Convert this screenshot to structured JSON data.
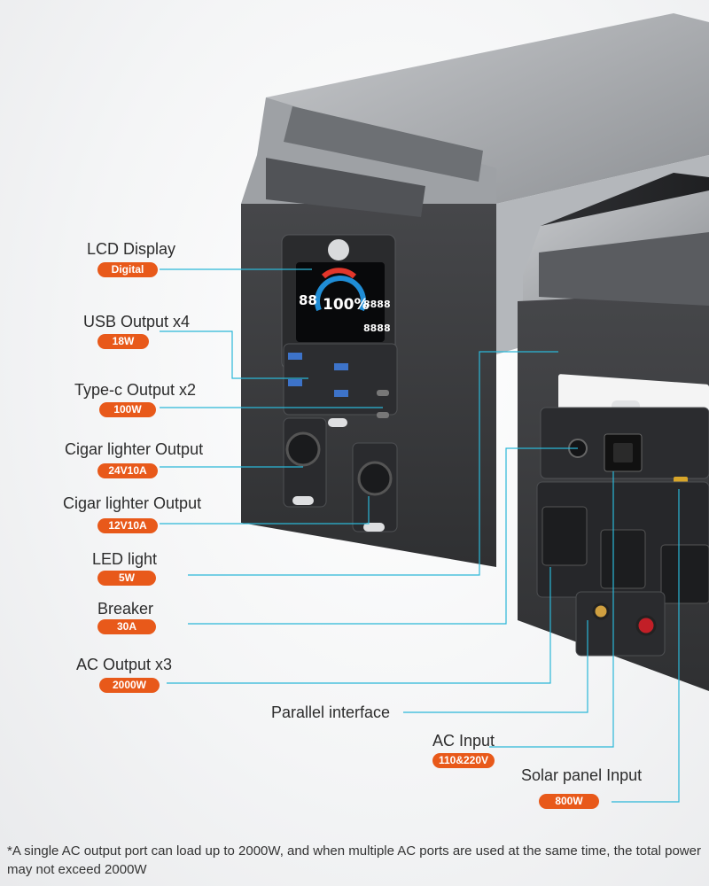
{
  "callouts": [
    {
      "label": "LCD Display",
      "spec": "Digital"
    },
    {
      "label": "USB Output x4",
      "spec": "18W"
    },
    {
      "label": "Type-c Output x2",
      "spec": "100W"
    },
    {
      "label": "Cigar lighter Output",
      "spec": "24V10A"
    },
    {
      "label": "Cigar lighter Output",
      "spec": "12V10A"
    },
    {
      "label": "LED light",
      "spec": "5W"
    },
    {
      "label": "Breaker",
      "spec": "30A"
    },
    {
      "label": "AC Output x3",
      "spec": "2000W"
    },
    {
      "label": "Parallel interface",
      "spec": ""
    },
    {
      "label": "AC Input",
      "spec": "110&220V"
    },
    {
      "label": "Solar panel Input",
      "spec": "800W"
    }
  ],
  "lcd": {
    "battery_percent": "100%",
    "left_digits": "88",
    "input_digits": "8888",
    "output_digits": "8888"
  },
  "footnote": "*A single AC output port can load up to 2000W, and when multiple AC ports are used at the same time, the total power may not exceed 2000W",
  "colors": {
    "accent": "#e8591a",
    "leader_line": "#2bb7d8",
    "unit_body": "#3a3b3d",
    "unit_top": "#a9acb0"
  }
}
